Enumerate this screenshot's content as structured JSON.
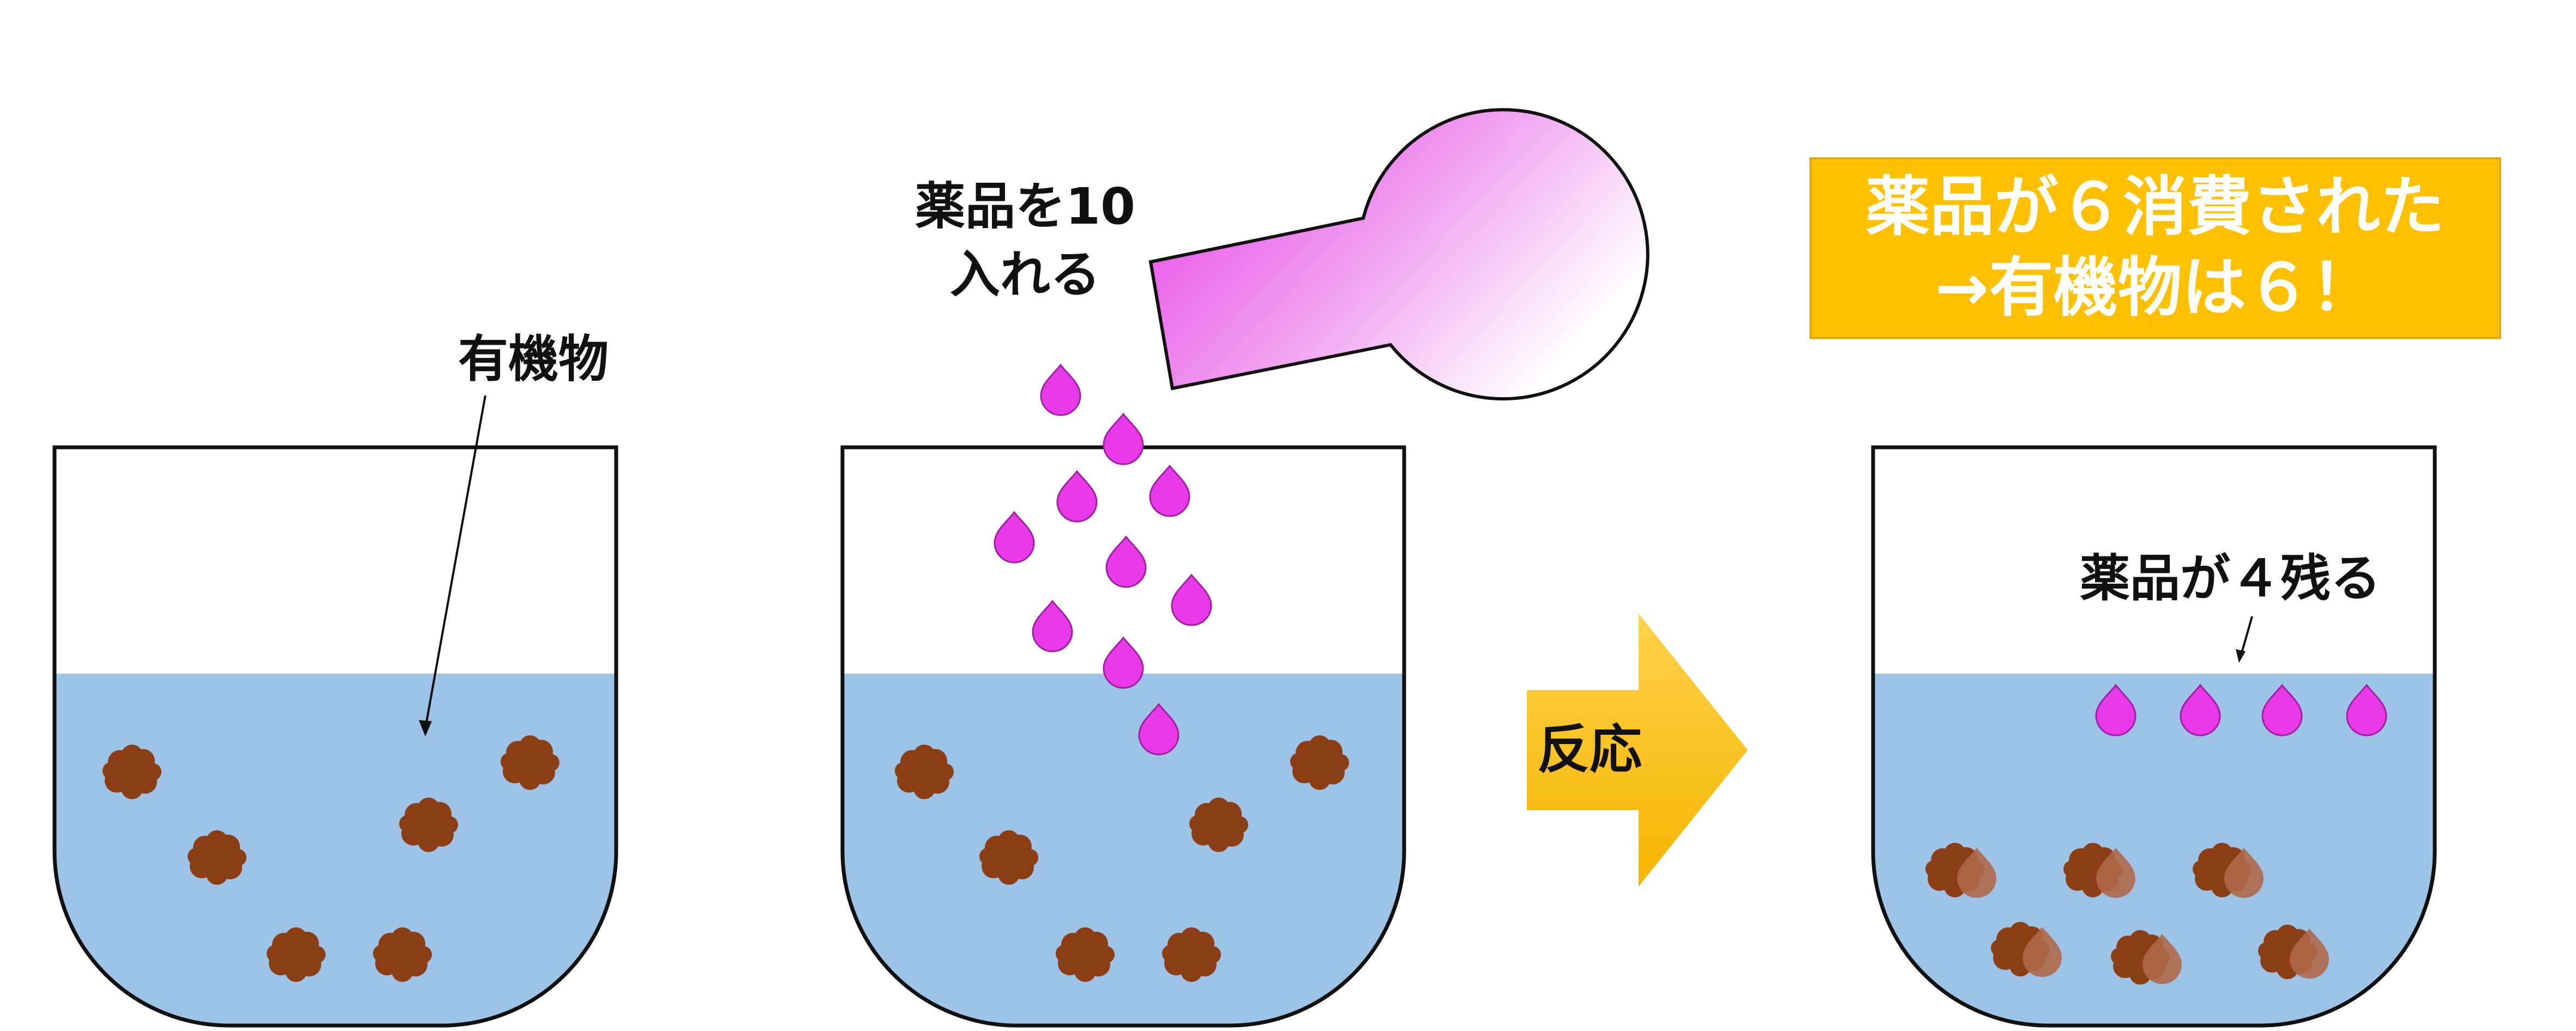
{
  "labels": {
    "organic_matter": "有機物",
    "add_reagent_line1": "薬品を10",
    "add_reagent_line2": "入れる",
    "reaction": "反応",
    "remaining": "薬品が４残る"
  },
  "banner": {
    "line1": "薬品が６消費された",
    "line2": "→有機物は６！"
  },
  "colors": {
    "water": "#9dc3e6",
    "organic": "#8b3e14",
    "reagent": "#e83ae8",
    "banner_bg": "#ffc000",
    "arrow": "#ffc000",
    "vessel_outline": "#111111"
  }
}
